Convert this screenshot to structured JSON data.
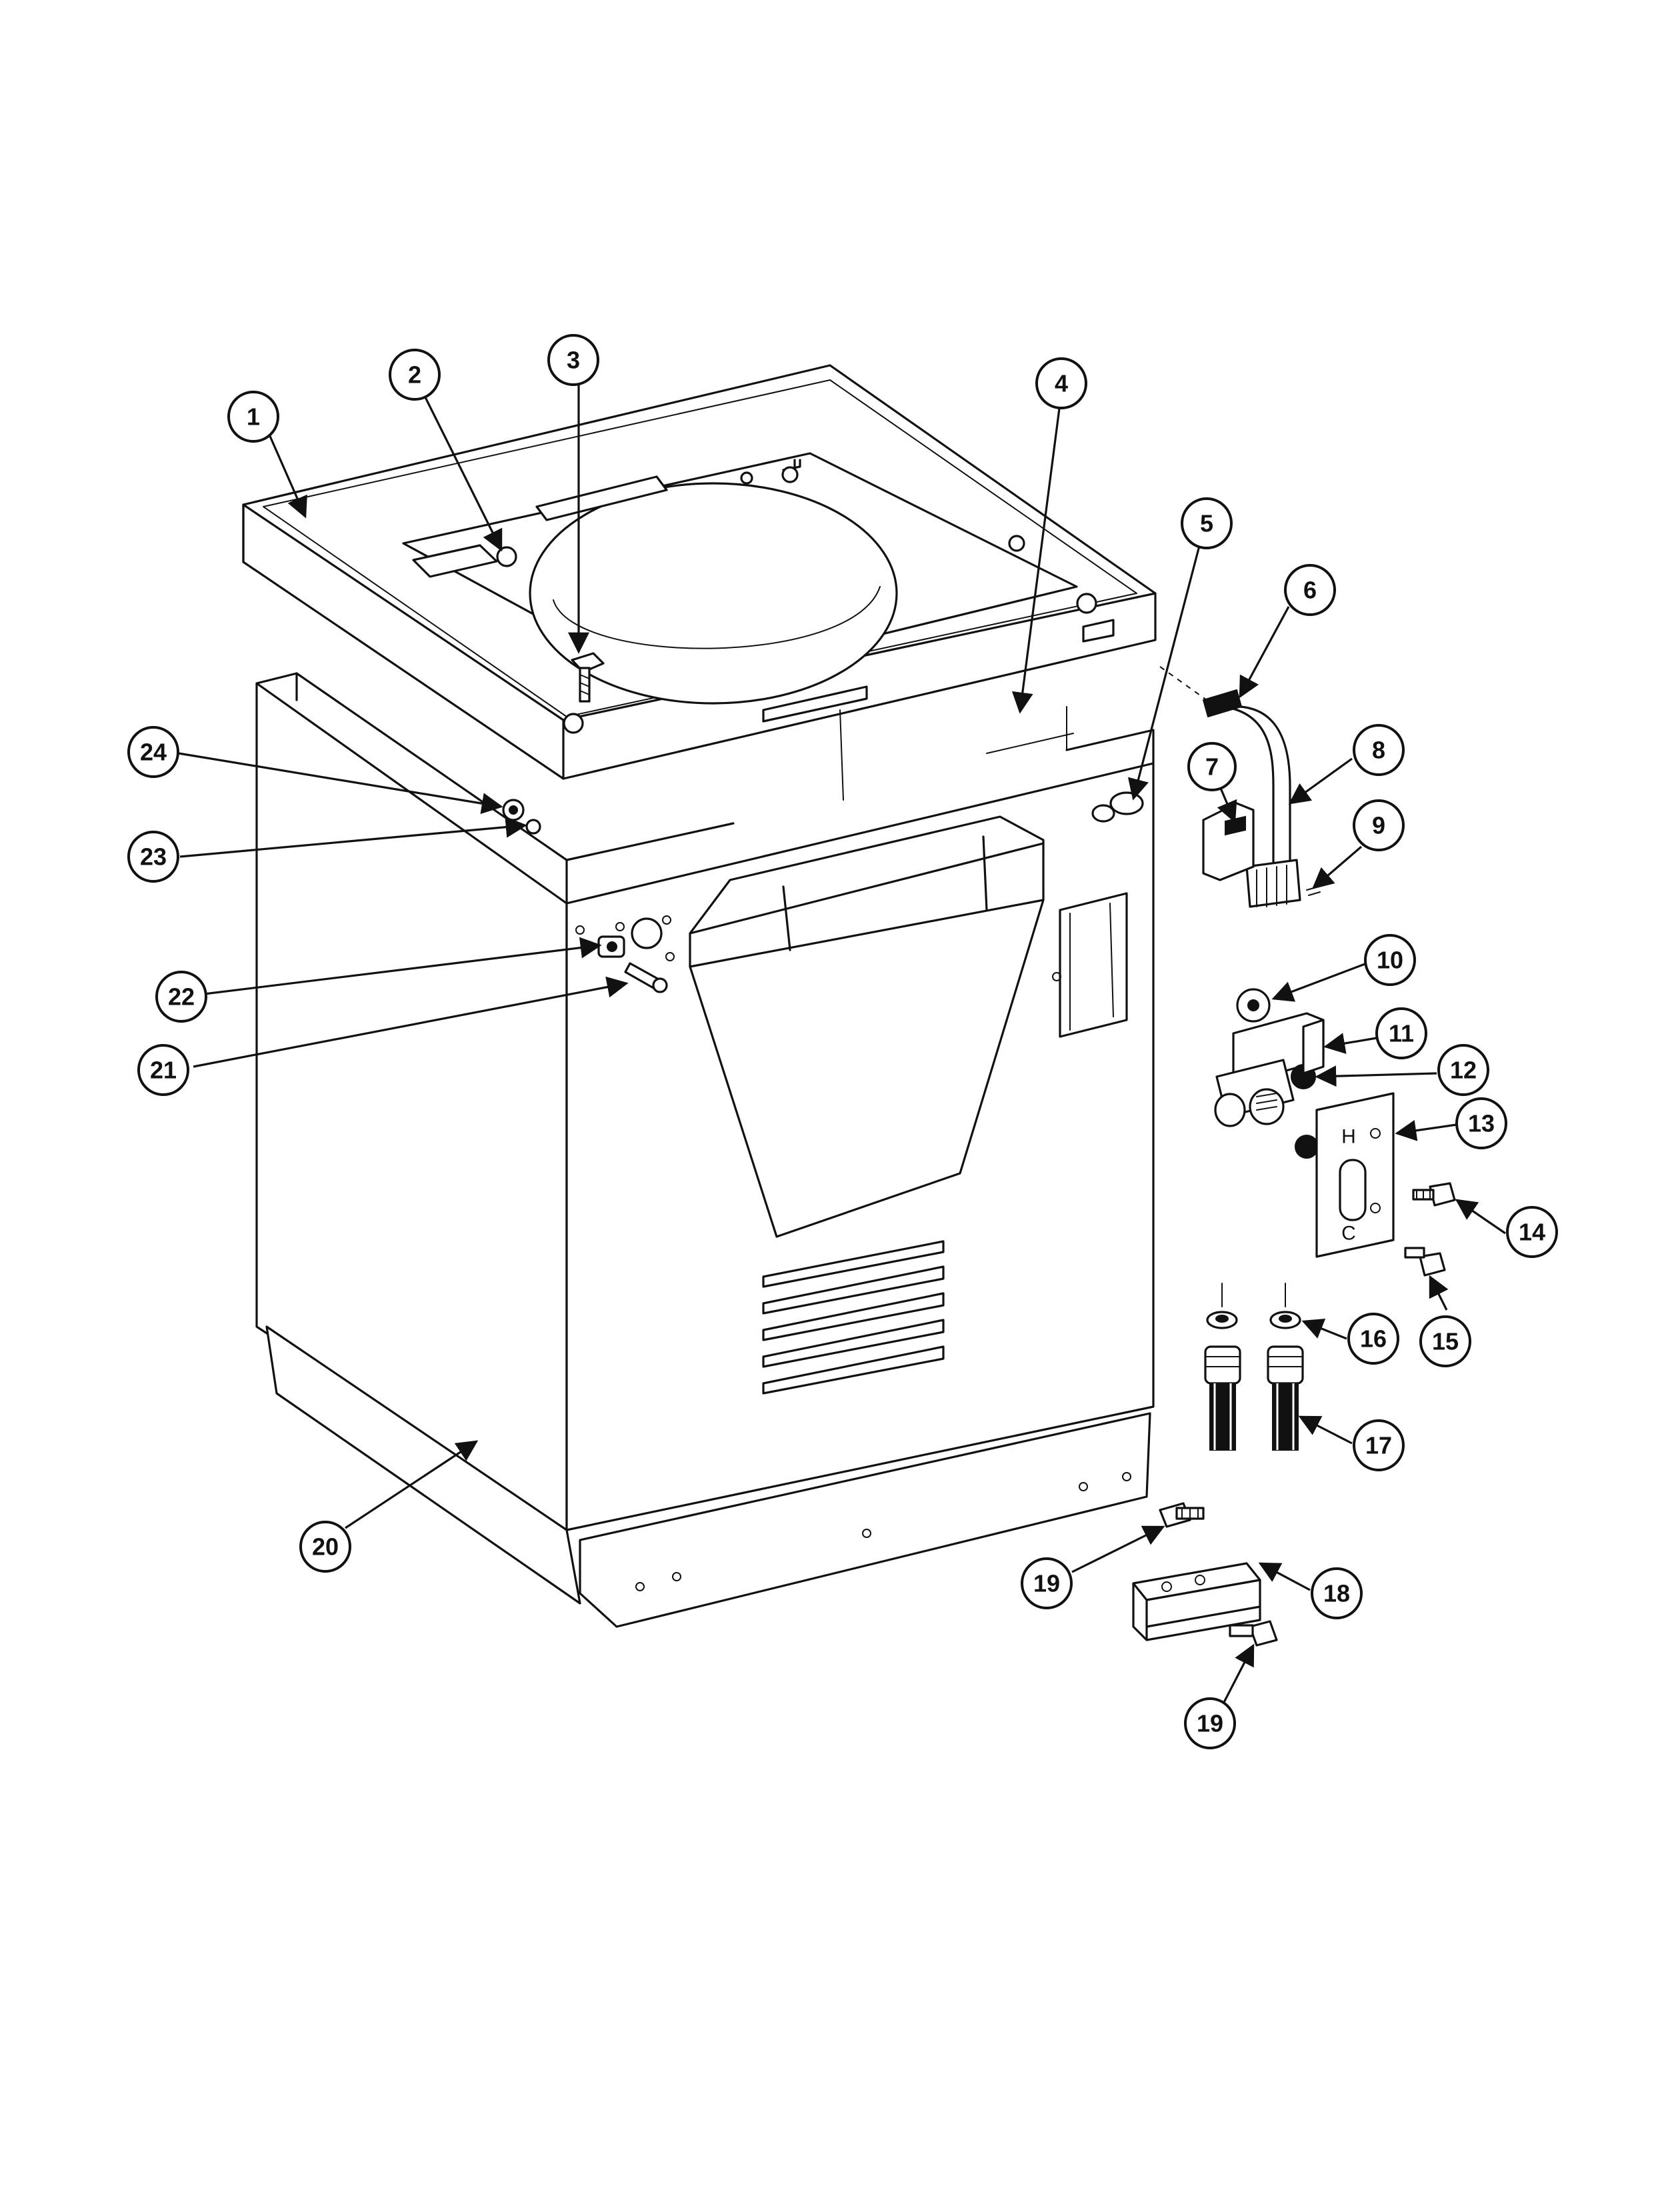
{
  "diagram": {
    "callouts": [
      {
        "label": "1"
      },
      {
        "label": "2"
      },
      {
        "label": "3"
      },
      {
        "label": "4"
      },
      {
        "label": "5"
      },
      {
        "label": "6"
      },
      {
        "label": "7"
      },
      {
        "label": "8"
      },
      {
        "label": "9"
      },
      {
        "label": "10"
      },
      {
        "label": "11"
      },
      {
        "label": "12"
      },
      {
        "label": "13"
      },
      {
        "label": "14"
      },
      {
        "label": "15"
      },
      {
        "label": "16"
      },
      {
        "label": "17"
      },
      {
        "label": "18"
      },
      {
        "label": "19"
      },
      {
        "label": "19"
      },
      {
        "label": "20"
      },
      {
        "label": "21"
      },
      {
        "label": "22"
      },
      {
        "label": "23"
      },
      {
        "label": "24"
      }
    ],
    "plate_marks": {
      "hot": "H",
      "cold": "C"
    }
  }
}
